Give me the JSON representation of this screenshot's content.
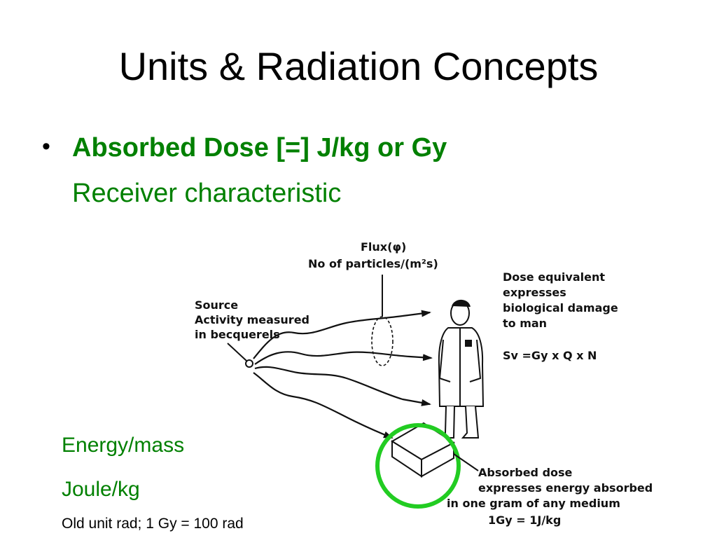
{
  "colors": {
    "title": "#000000",
    "accent": "#008000",
    "highlight": "#22CC22",
    "ink": "#111111"
  },
  "slide": {
    "title": "Units & Radiation Concepts",
    "bullet_symbol": "•",
    "bullet_heading": "Absorbed Dose [=] J/kg or Gy",
    "bullet_subtext": "Receiver characteristic"
  },
  "notes": {
    "energy_mass": "Energy/mass",
    "joule_kg": "Joule/kg",
    "old_unit": "Old unit rad; 1 Gy = 100 rad"
  },
  "diagram": {
    "flux": {
      "line1": "Flux(φ)",
      "line2": "No of particles/(m²s)"
    },
    "source": {
      "line1": "Source",
      "line2": "Activity measured",
      "line3": "in becquerels"
    },
    "dose_equivalent": {
      "line1": "Dose equivalent",
      "line2": "expresses",
      "line3": "biological damage",
      "line4": "to man",
      "formula": "Sv =Gy x Q x N"
    },
    "absorbed": {
      "line1": "Absorbed dose",
      "line2": "expresses energy absorbed",
      "line3": "in one gram of any medium",
      "line4": "1Gy = 1J/kg"
    }
  }
}
